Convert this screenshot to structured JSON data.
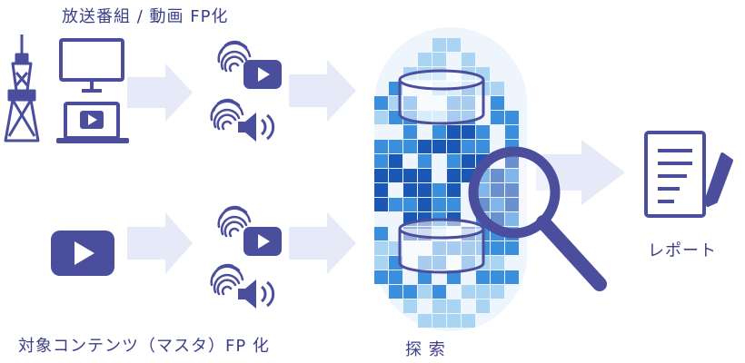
{
  "labels": {
    "top": "放送番組 / 動画 FP化",
    "bottom": "対象コンテンツ（マスタ）FP 化",
    "search": "探 索",
    "report": "レポート"
  },
  "colors": {
    "icon": "#4a4e9c",
    "arrow": "#e6e9f7",
    "mosaic_dark": "#1b57b4",
    "mosaic_mid": "#3c8fdc",
    "mosaic_light": "#a9d5f2",
    "mosaic_pale": "#d8ecf9"
  },
  "icons": [
    "tower-icon",
    "tv-monitor-icon",
    "laptop-video-icon",
    "fingerprint-icon",
    "play-icon",
    "speaker-icon",
    "video-play-icon",
    "database-icon",
    "magnifier-icon",
    "report-icon"
  ]
}
